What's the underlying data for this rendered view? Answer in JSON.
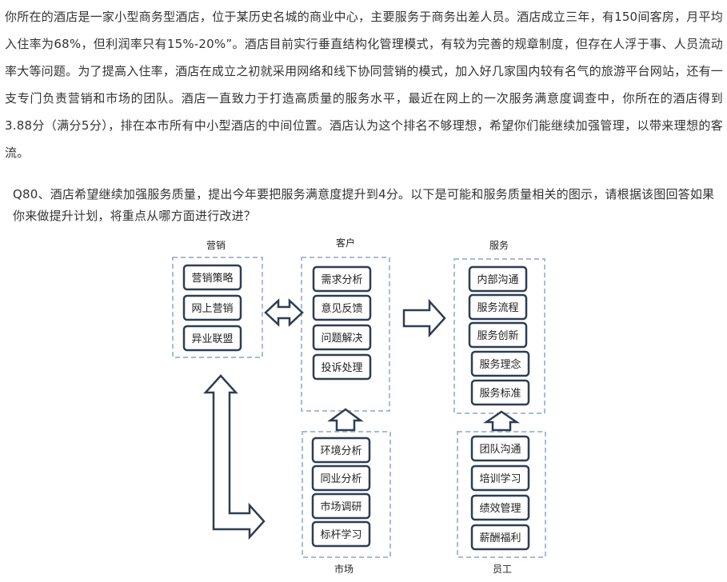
{
  "passage": "你所在的酒店是一家小型商务型酒店，位于某历史名城的商业中心，主要服务于商务出差人员。酒店成立三年，有150间客房，月平均入住率为68%，但利润率只有15%-20%”。酒店目前实行垂直结构化管理模式，有较为完善的规章制度，但存在人浮于事、人员流动率大等问题。为了提高入住率，酒店在成立之初就采用网络和线下协同营销的模式，加入好几家国内较有名气的旅游平台网站，还有一支专门负责营销和市场的团队。酒店一直致力于打造高质量的服务水平，最近在网上的一次服务满意度调查中，你所在的酒店得到3.88分（满分5分），排在本市所有中小型酒店的中间位置。酒店认为这个排名不够理想，希望你们能继续加强管理，以带来理想的客流。",
  "question": "Q80、酒店希望继续加强服务质量，提出今年要把服务满意度提升到4分。以下是可能和服务质量相关的图示，请根据该图回答如果你来做提升计划，将重点从哪方面进行改进？",
  "diagram": {
    "marketing": {
      "title": "营销",
      "items": [
        "营销策略",
        "网上营销",
        "异业联盟"
      ]
    },
    "customer": {
      "title": "客户",
      "items": [
        "需求分析",
        "意见反馈",
        "问题解决",
        "投诉处理"
      ]
    },
    "service": {
      "title": "服务",
      "items": [
        "内部沟通",
        "服务流程",
        "服务创新",
        "服务理念",
        "服务标准"
      ]
    },
    "market": {
      "title": "市场",
      "items": [
        "环境分析",
        "同业分析",
        "市场调研",
        "标杆学习"
      ]
    },
    "staff": {
      "title": "员工",
      "items": [
        "团队沟通",
        "培训学习",
        "绩效管理",
        "薪酬福利"
      ]
    }
  }
}
